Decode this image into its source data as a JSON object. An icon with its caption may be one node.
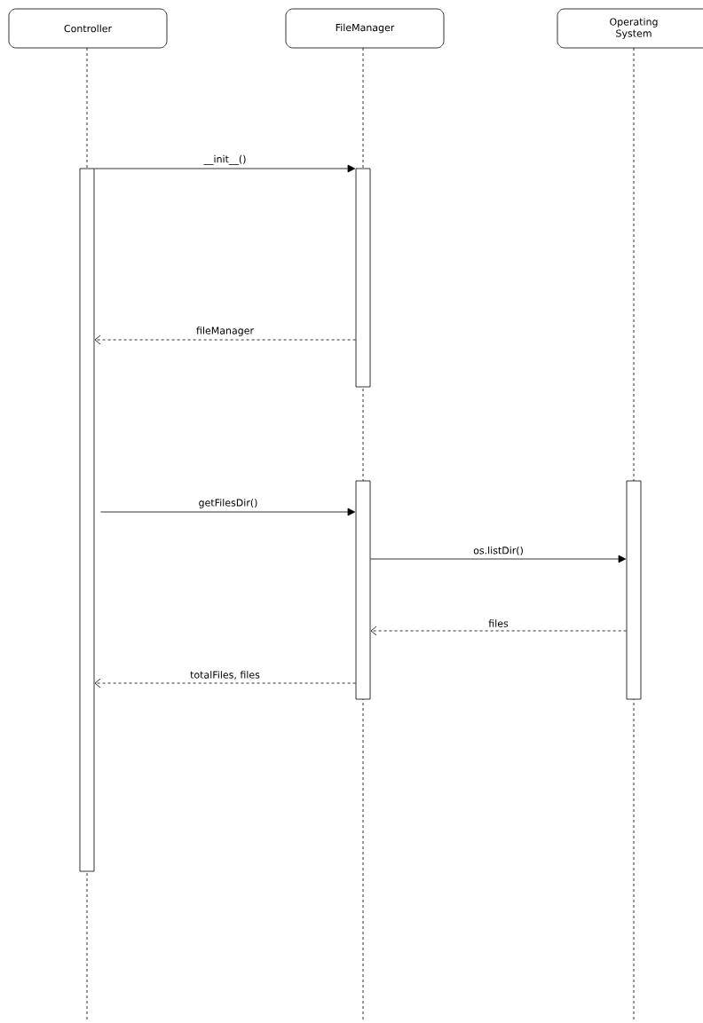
{
  "diagram": {
    "nodes": [
      {
        "text": [
          "Controller"
        ]
      },
      {
        "text": [
          "FileManager"
        ]
      },
      {
        "text": [
          "Operating System"
        ]
      },
      {
        "text": [],
        "shape": "bar"
      },
      {
        "text": [],
        "shape": "bar"
      },
      {
        "text": [],
        "shape": "bar"
      },
      {
        "text": [],
        "shape": "bar"
      }
    ],
    "edges": [
      {
        "from": 3,
        "to": 4,
        "arrow": "to",
        "label": "__init__()"
      },
      {
        "from": 4,
        "to": 3,
        "arrow": "to",
        "label": "fileManager",
        "style": "dashed"
      },
      {
        "from": 3,
        "to": 5,
        "arrow": "to",
        "label": "getFilesDir()"
      },
      {
        "from": 5,
        "to": 6,
        "arrow": "to",
        "label": "os.listDir()"
      },
      {
        "from": 6,
        "to": 5,
        "arrow": "to",
        "label": "files",
        "style": "dashed"
      },
      {
        "from": 5,
        "to": 3,
        "arrow": "to",
        "label": "totalFiles, files",
        "style": "dashed"
      }
    ]
  }
}
